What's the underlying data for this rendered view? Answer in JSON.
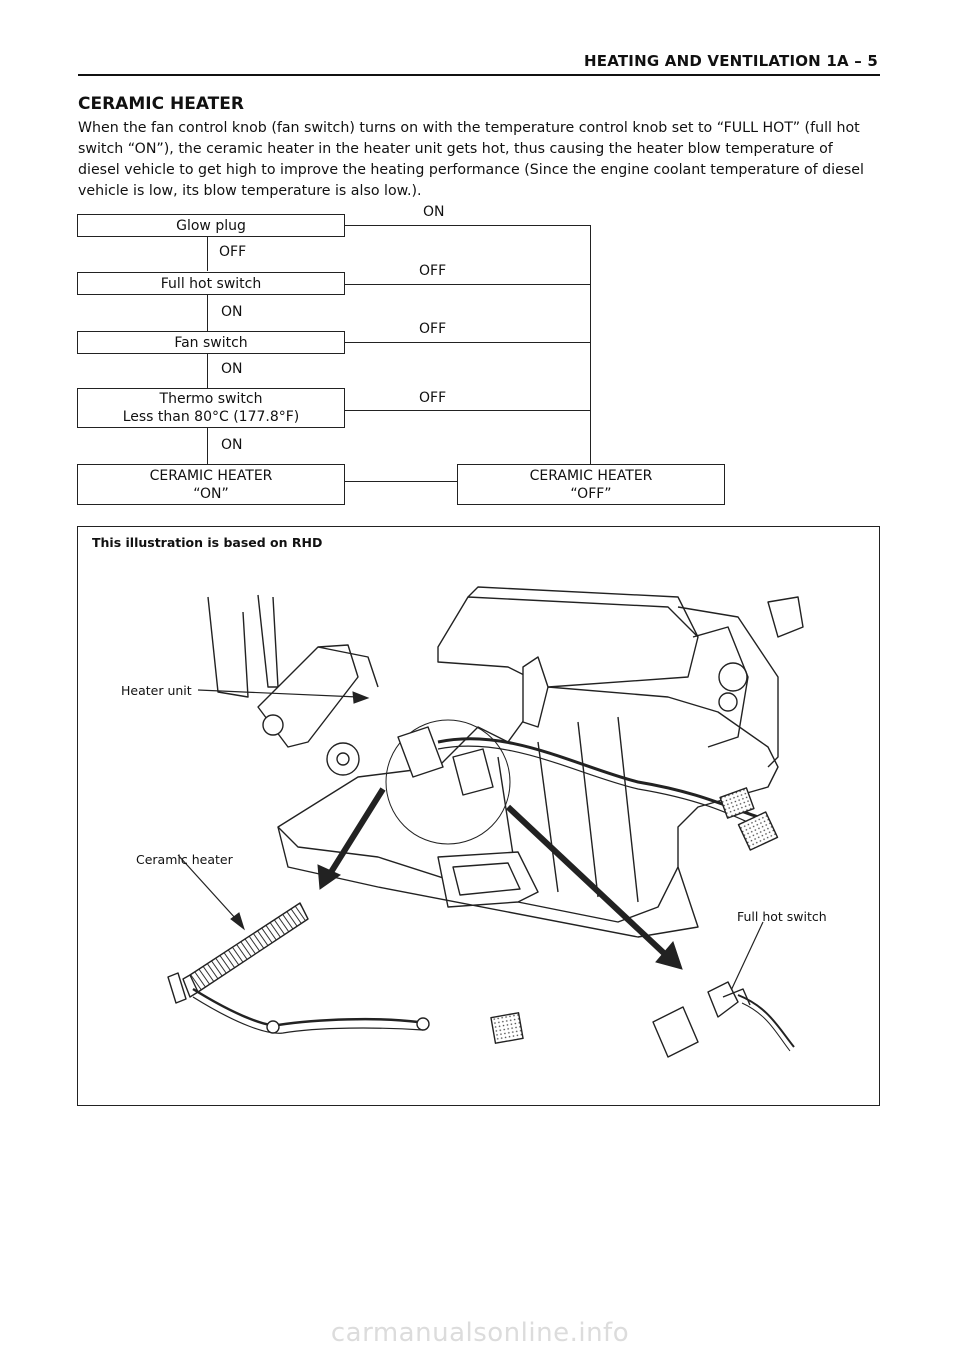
{
  "header": {
    "title": "HEATING AND VENTILATION  1A – 5"
  },
  "section": {
    "title": "CERAMIC HEATER",
    "intro": "When the fan control knob (fan switch) turns on with the temperature control knob set to “FULL HOT” (full hot switch “ON”), the ceramic heater in the heater unit gets hot, thus causing the heater blow temperature of diesel vehicle to get high to improve the heating performance (Since the engine coolant temperature of diesel vehicle is low, its blow temperature is also low.)."
  },
  "flow": {
    "boxes": {
      "glow_plug": "Glow plug",
      "full_hot_switch": "Full hot switch",
      "fan_switch": "Fan switch",
      "thermo_line1": "Thermo switch",
      "thermo_line2": "Less than 80°C (177.8°F)",
      "heater_on_line1": "CERAMIC HEATER",
      "heater_on_line2": "“ON”",
      "heater_off_line1": "CERAMIC HEATER",
      "heater_off_line2": "“OFF”"
    },
    "labels": {
      "glow_right": "ON",
      "glow_down": "OFF",
      "fullhot_right": "OFF",
      "fullhot_down": "ON",
      "fan_right": "OFF",
      "fan_down": "ON",
      "thermo_right": "OFF",
      "thermo_down": "ON"
    }
  },
  "figure": {
    "note": "This illustration is based on RHD",
    "callouts": {
      "heater_unit": "Heater unit",
      "ceramic_heater": "Ceramic heater",
      "full_hot_switch": "Full hot switch"
    }
  },
  "watermark": "carmanualsonline.info"
}
